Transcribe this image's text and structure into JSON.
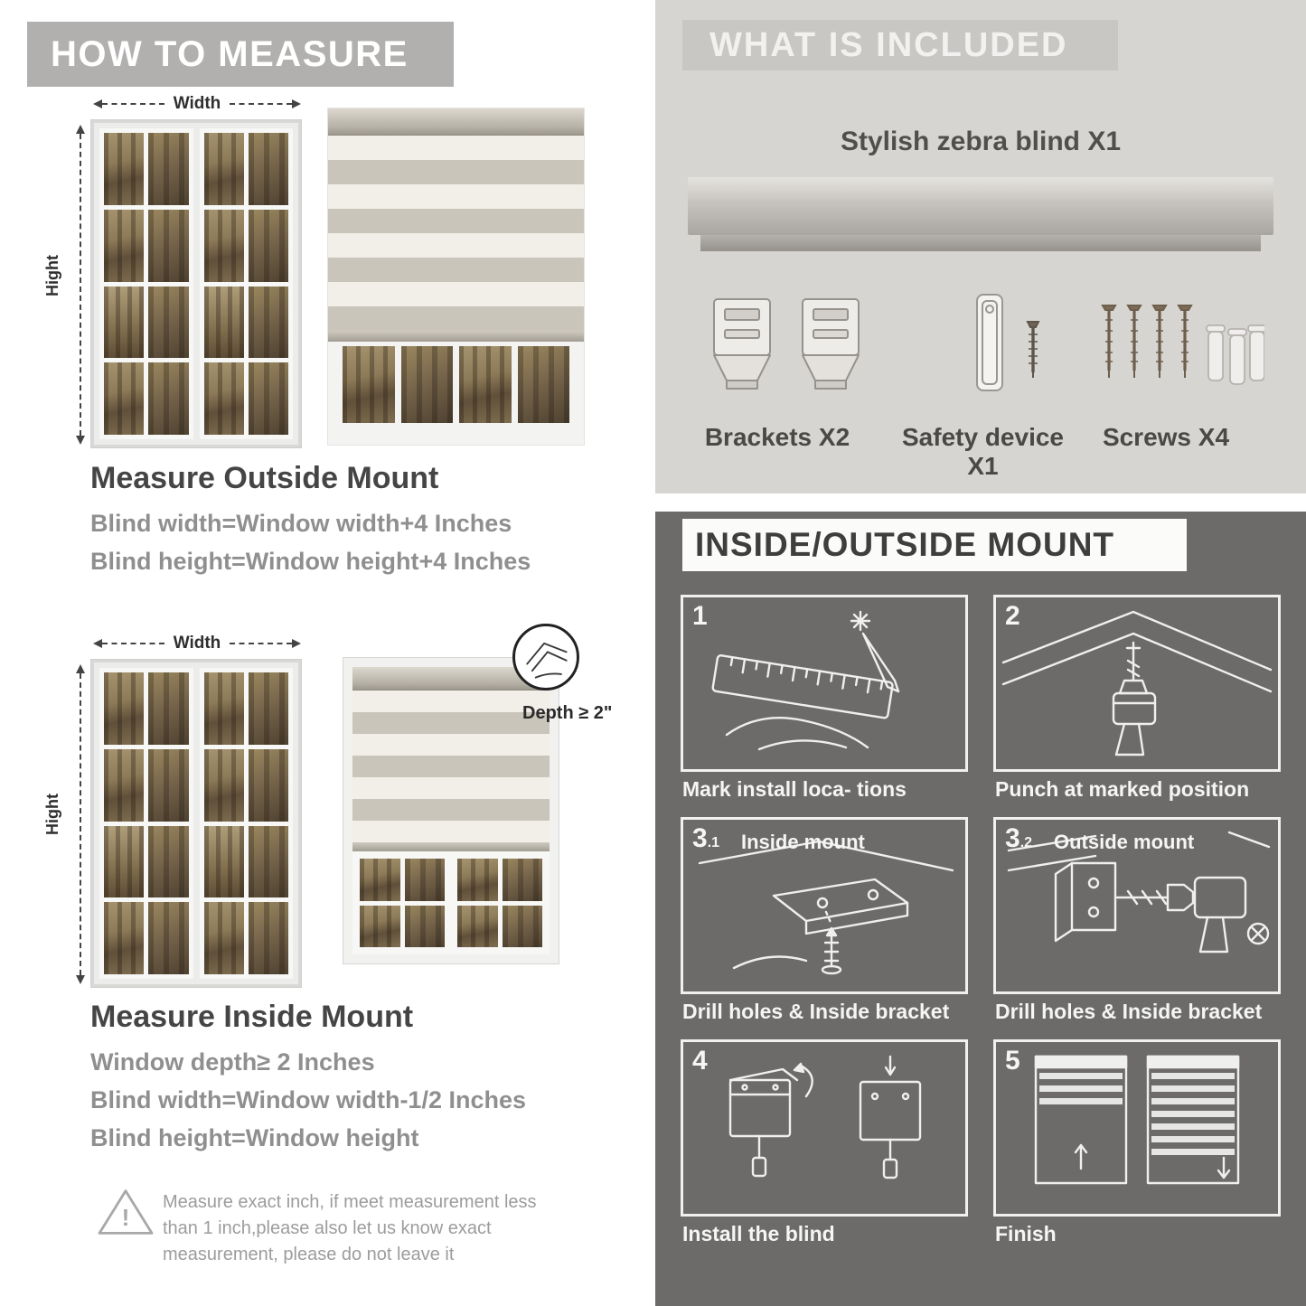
{
  "left": {
    "header": "HOW TO MEASURE",
    "width_label": "Width",
    "height_label": "Hight",
    "outside": {
      "title": "Measure Outside Mount",
      "line1": "Blind width=Window width+4 Inches",
      "line2": "Blind height=Window height+4 Inches"
    },
    "inside": {
      "depth_callout": "Depth ≥ 2\"",
      "title": "Measure Inside Mount",
      "line1": "Window depth≥ 2 Inches",
      "line2": "Blind width=Window width-1/2 Inches",
      "line3": "Blind height=Window height"
    },
    "warning": {
      "mark": "!",
      "text": "Measure exact inch, if meet measurement less than 1 inch,please also let us know exact measurement, please do not leave it"
    }
  },
  "included": {
    "header": "WHAT IS INCLUDED",
    "blind_label": "Stylish zebra blind X1",
    "items": [
      {
        "label": "Brackets X2"
      },
      {
        "label": "Safety device X1"
      },
      {
        "label": "Screws X4"
      }
    ]
  },
  "mount": {
    "header": "INSIDE/OUTSIDE MOUNT",
    "steps": [
      {
        "num": "1",
        "caption": "Mark install loca- tions"
      },
      {
        "num": "2",
        "caption": "Punch at  marked position"
      },
      {
        "num": "3",
        "sub": ".1",
        "label": "Inside mount",
        "caption": "Drill holes &  Inside bracket"
      },
      {
        "num": "3",
        "sub": ".2",
        "label": "Outside mount",
        "caption": "Drill holes &  Inside bracket"
      },
      {
        "num": "4",
        "caption": "Install the blind"
      },
      {
        "num": "5",
        "caption": "Finish"
      }
    ]
  },
  "colors": {
    "banner_gray": "#b1b0ae",
    "panel_light": "#d7d5d2",
    "panel_dark": "#6c6b69",
    "heading_text": "#454545",
    "body_text": "#8f8f8f"
  }
}
